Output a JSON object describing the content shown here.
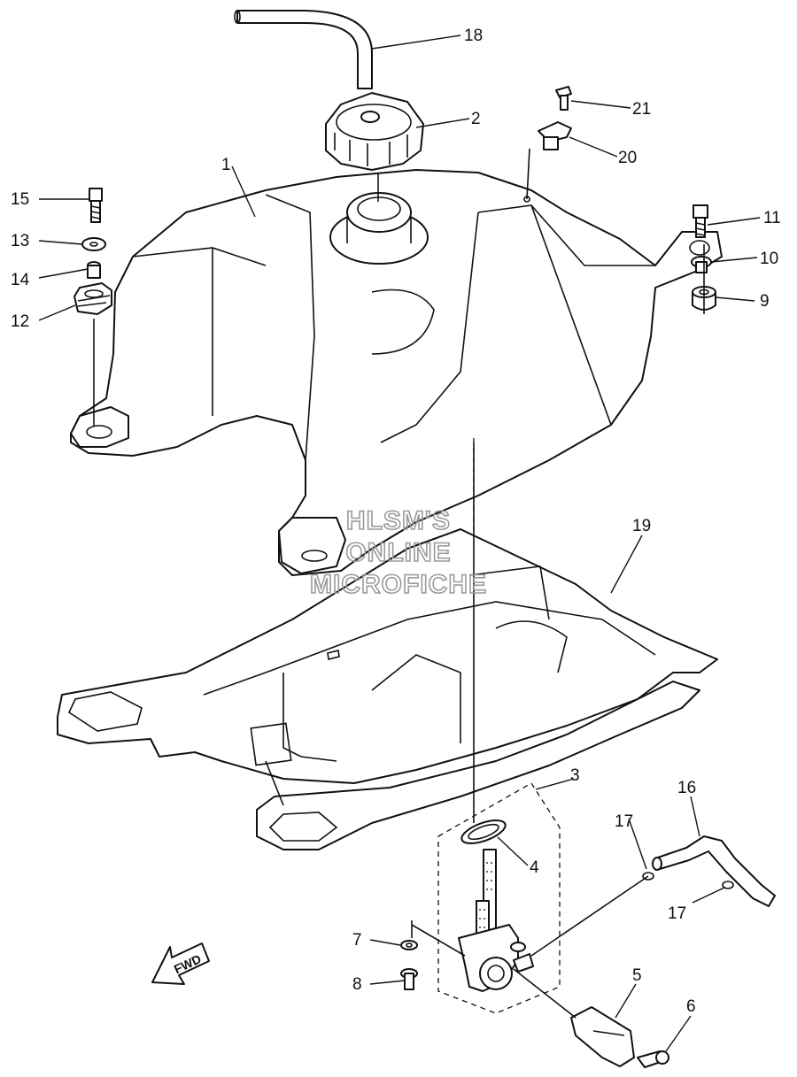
{
  "callouts": {
    "c1": "1",
    "c2": "2",
    "c3": "3",
    "c4": "4",
    "c5": "5",
    "c6": "6",
    "c7": "7",
    "c8": "8",
    "c9": "9",
    "c10": "10",
    "c11": "11",
    "c12": "12",
    "c13": "13",
    "c14": "14",
    "c15": "15",
    "c16": "16",
    "c17a": "17",
    "c17b": "17",
    "c18": "18",
    "c19": "19",
    "c20": "20",
    "c21": "21"
  },
  "watermark": {
    "line1": "HLSM'S",
    "line2": "ONLINE",
    "line3": "MICROFICHE"
  },
  "fwd_label": "FWD"
}
